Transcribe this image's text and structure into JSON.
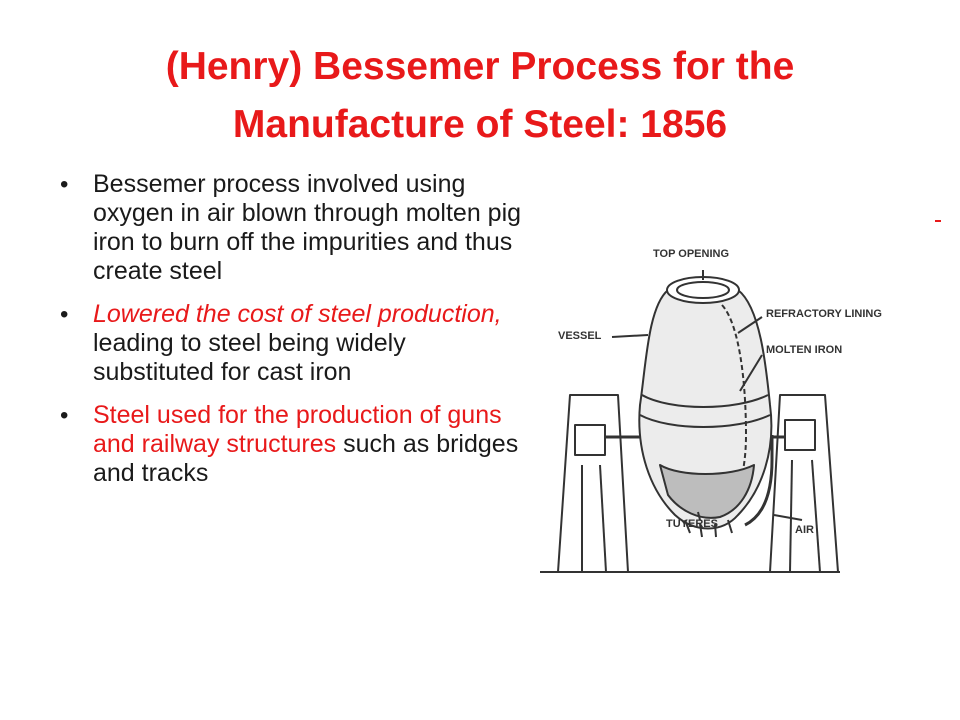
{
  "slide": {
    "title_line1": "(Henry) Bessemer Process for the",
    "title_line2": "Manufacture of Steel: 1856",
    "bullets": [
      {
        "part1": "Bessemer process involved using oxygen in air blown through molten pig iron to burn off the impurities and thus create steel"
      },
      {
        "part1": "Lowered the cost of steel production,",
        "part2": " leading to steel being widely substituted for cast iron"
      },
      {
        "part1": "Steel used for the production of guns and railway structures",
        "part2": " such as bridges and tracks"
      }
    ],
    "bullet_glyph": "•"
  },
  "diagram": {
    "labels": {
      "top_opening": "TOP OPENING",
      "refractory_lining": "REFRACTORY LINING",
      "vessel": "VESSEL",
      "molten_iron": "MOLTEN IRON",
      "tuyeres": "TUYERES",
      "air": "AIR"
    }
  },
  "colors": {
    "accent": "#e8191a",
    "text": "#1a1a1a"
  }
}
